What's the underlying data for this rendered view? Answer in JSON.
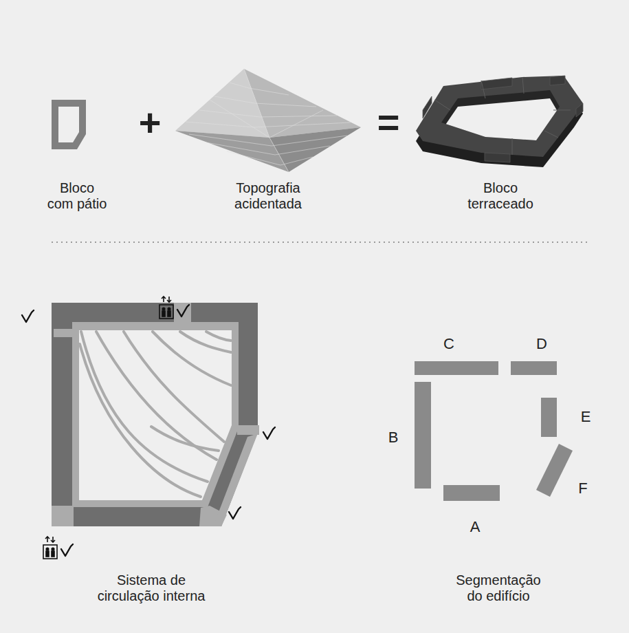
{
  "diagram": {
    "nodes": [
      {
        "text": [
          "C"
        ]
      },
      {
        "text": [
          "D"
        ]
      },
      {
        "text": [
          "E"
        ]
      },
      {
        "text": [
          "B"
        ]
      },
      {
        "text": [
          "F"
        ]
      },
      {
        "text": [
          "A"
        ]
      }
    ],
    "labels": [
      "Bloco com pátio",
      "+",
      "Topografia acidentada",
      "=",
      "Bloco terraceado",
      "Sistema de circulação interna",
      "Segmentação do edifício"
    ]
  }
}
